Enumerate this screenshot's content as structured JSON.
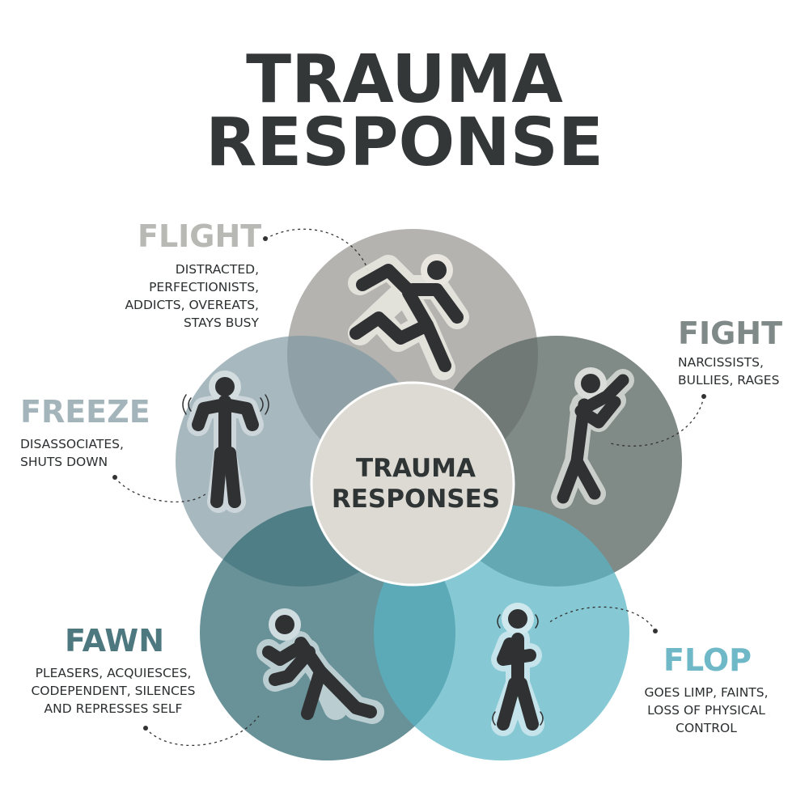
{
  "title": {
    "line1": "TRAUMA",
    "line2": "RESPONSE"
  },
  "center": {
    "line1": "TRAUMA",
    "line2": "RESPONSES"
  },
  "responses": {
    "flight": {
      "heading": "FLIGHT",
      "color": "#b8b8b4",
      "circle_color": "#9b9a95",
      "icon": "running-figure-icon",
      "lines": [
        "DISTRACTED,",
        "PERFECTIONISTS,",
        "ADDICTS, OVEREATS,",
        "STAYS BUSY"
      ]
    },
    "fight": {
      "heading": "FIGHT",
      "color": "#7f8987",
      "circle_color": "#5c6964",
      "icon": "fighting-figure-icon",
      "lines": [
        "NARCISSISTS,",
        "BULLIES, RAGES"
      ]
    },
    "freeze": {
      "heading": "FREEZE",
      "color": "#a3b5bb",
      "circle_color": "#7e98a0",
      "icon": "frozen-figure-icon",
      "lines": [
        "DISASSOCIATES,",
        "SHUTS DOWN"
      ]
    },
    "fawn": {
      "heading": "FAWN",
      "color": "#4e7880",
      "circle_color": "#2e6670",
      "icon": "kneeling-figure-icon",
      "lines": [
        "PLEASERS, ACQUIESCES,",
        "CODEPENDENT, SILENCES",
        "AND REPRESSES SELF"
      ]
    },
    "flop": {
      "heading": "FLOP",
      "color": "#6fb8c8",
      "circle_color": "#58b4c4",
      "icon": "collapsing-figure-icon",
      "lines": [
        "GOES LIMP, FAINTS,",
        "LOSS OF PHYSICAL",
        "CONTROL"
      ]
    }
  }
}
